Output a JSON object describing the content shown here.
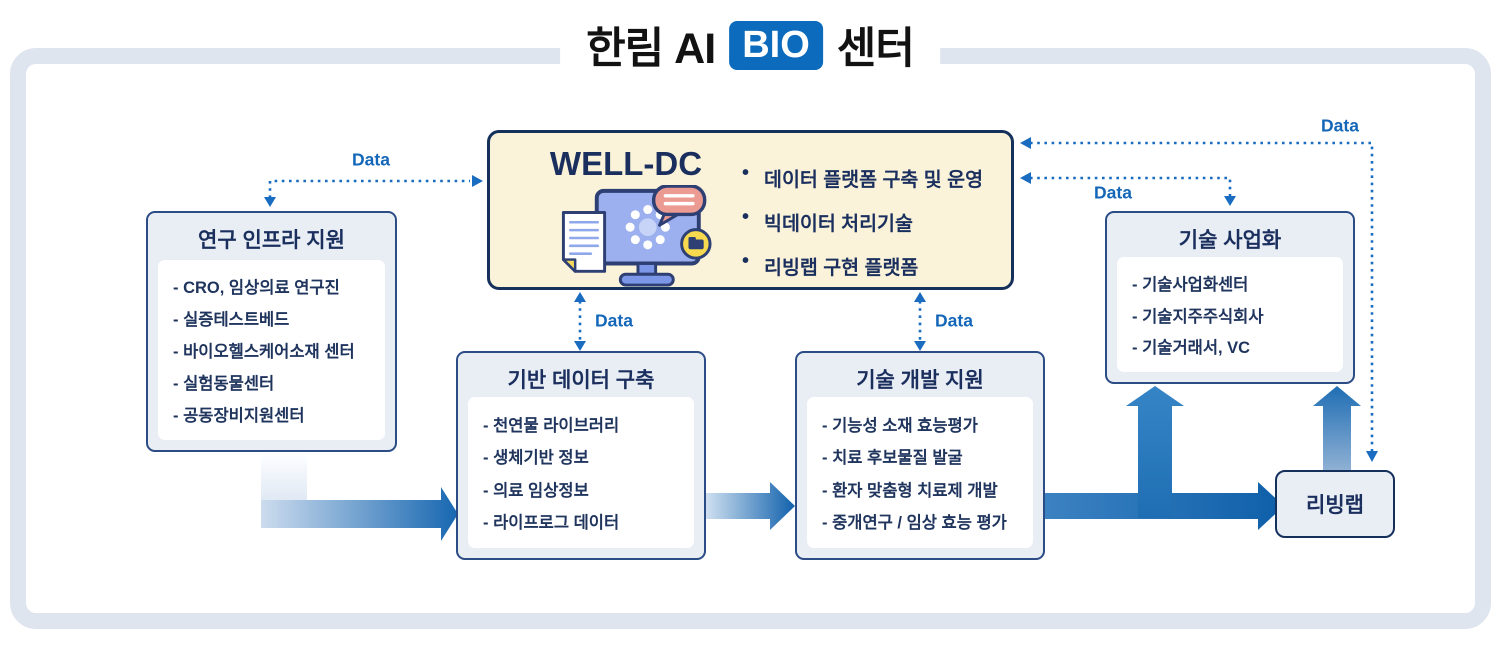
{
  "title": {
    "prefix": "한림 AI",
    "badge": "BIO",
    "suffix": "센터"
  },
  "well_dc": {
    "title": "WELL-DC",
    "icon": "monitor-data-illustration",
    "bullets": [
      "데이터 플랫폼 구축 및 운영",
      "빅데이터 처리기술",
      "리빙랩 구현 플랫폼"
    ]
  },
  "boxes": {
    "research_infra": {
      "title": "연구 인프라 지원",
      "items": [
        "CRO, 임상의료 연구진",
        "실증테스트베드",
        "바이오헬스케어소재 센터",
        "실험동물센터",
        "공동장비지원센터"
      ]
    },
    "base_data": {
      "title": "기반 데이터 구축",
      "items": [
        "천연물 라이브러리",
        "생체기반 정보",
        "의료 임상정보",
        "라이프로그 데이터"
      ]
    },
    "tech_dev": {
      "title": "기술 개발 지원",
      "items": [
        "기능성 소재 효능평가",
        "치료 후보물질 발굴",
        "환자 맞춤형 치료제 개발",
        "중개연구 / 임상 효능 평가"
      ]
    },
    "tech_commerce": {
      "title": "기술 사업화",
      "items": [
        "기술사업화센터",
        "기술지주주식회사",
        "기술거래서, VC"
      ]
    },
    "living_lab": {
      "title": "리빙랩"
    }
  },
  "labels": {
    "data": "Data"
  },
  "colors": {
    "badge_blue": "#0d6bbd",
    "welldc_bg": "#faf3d9",
    "welldc_border": "#16305c",
    "box_border": "#2c4c86",
    "navy_text": "#1b2f5e",
    "data_blue": "#1467b8",
    "arrow_dark": "#0f62ad"
  }
}
